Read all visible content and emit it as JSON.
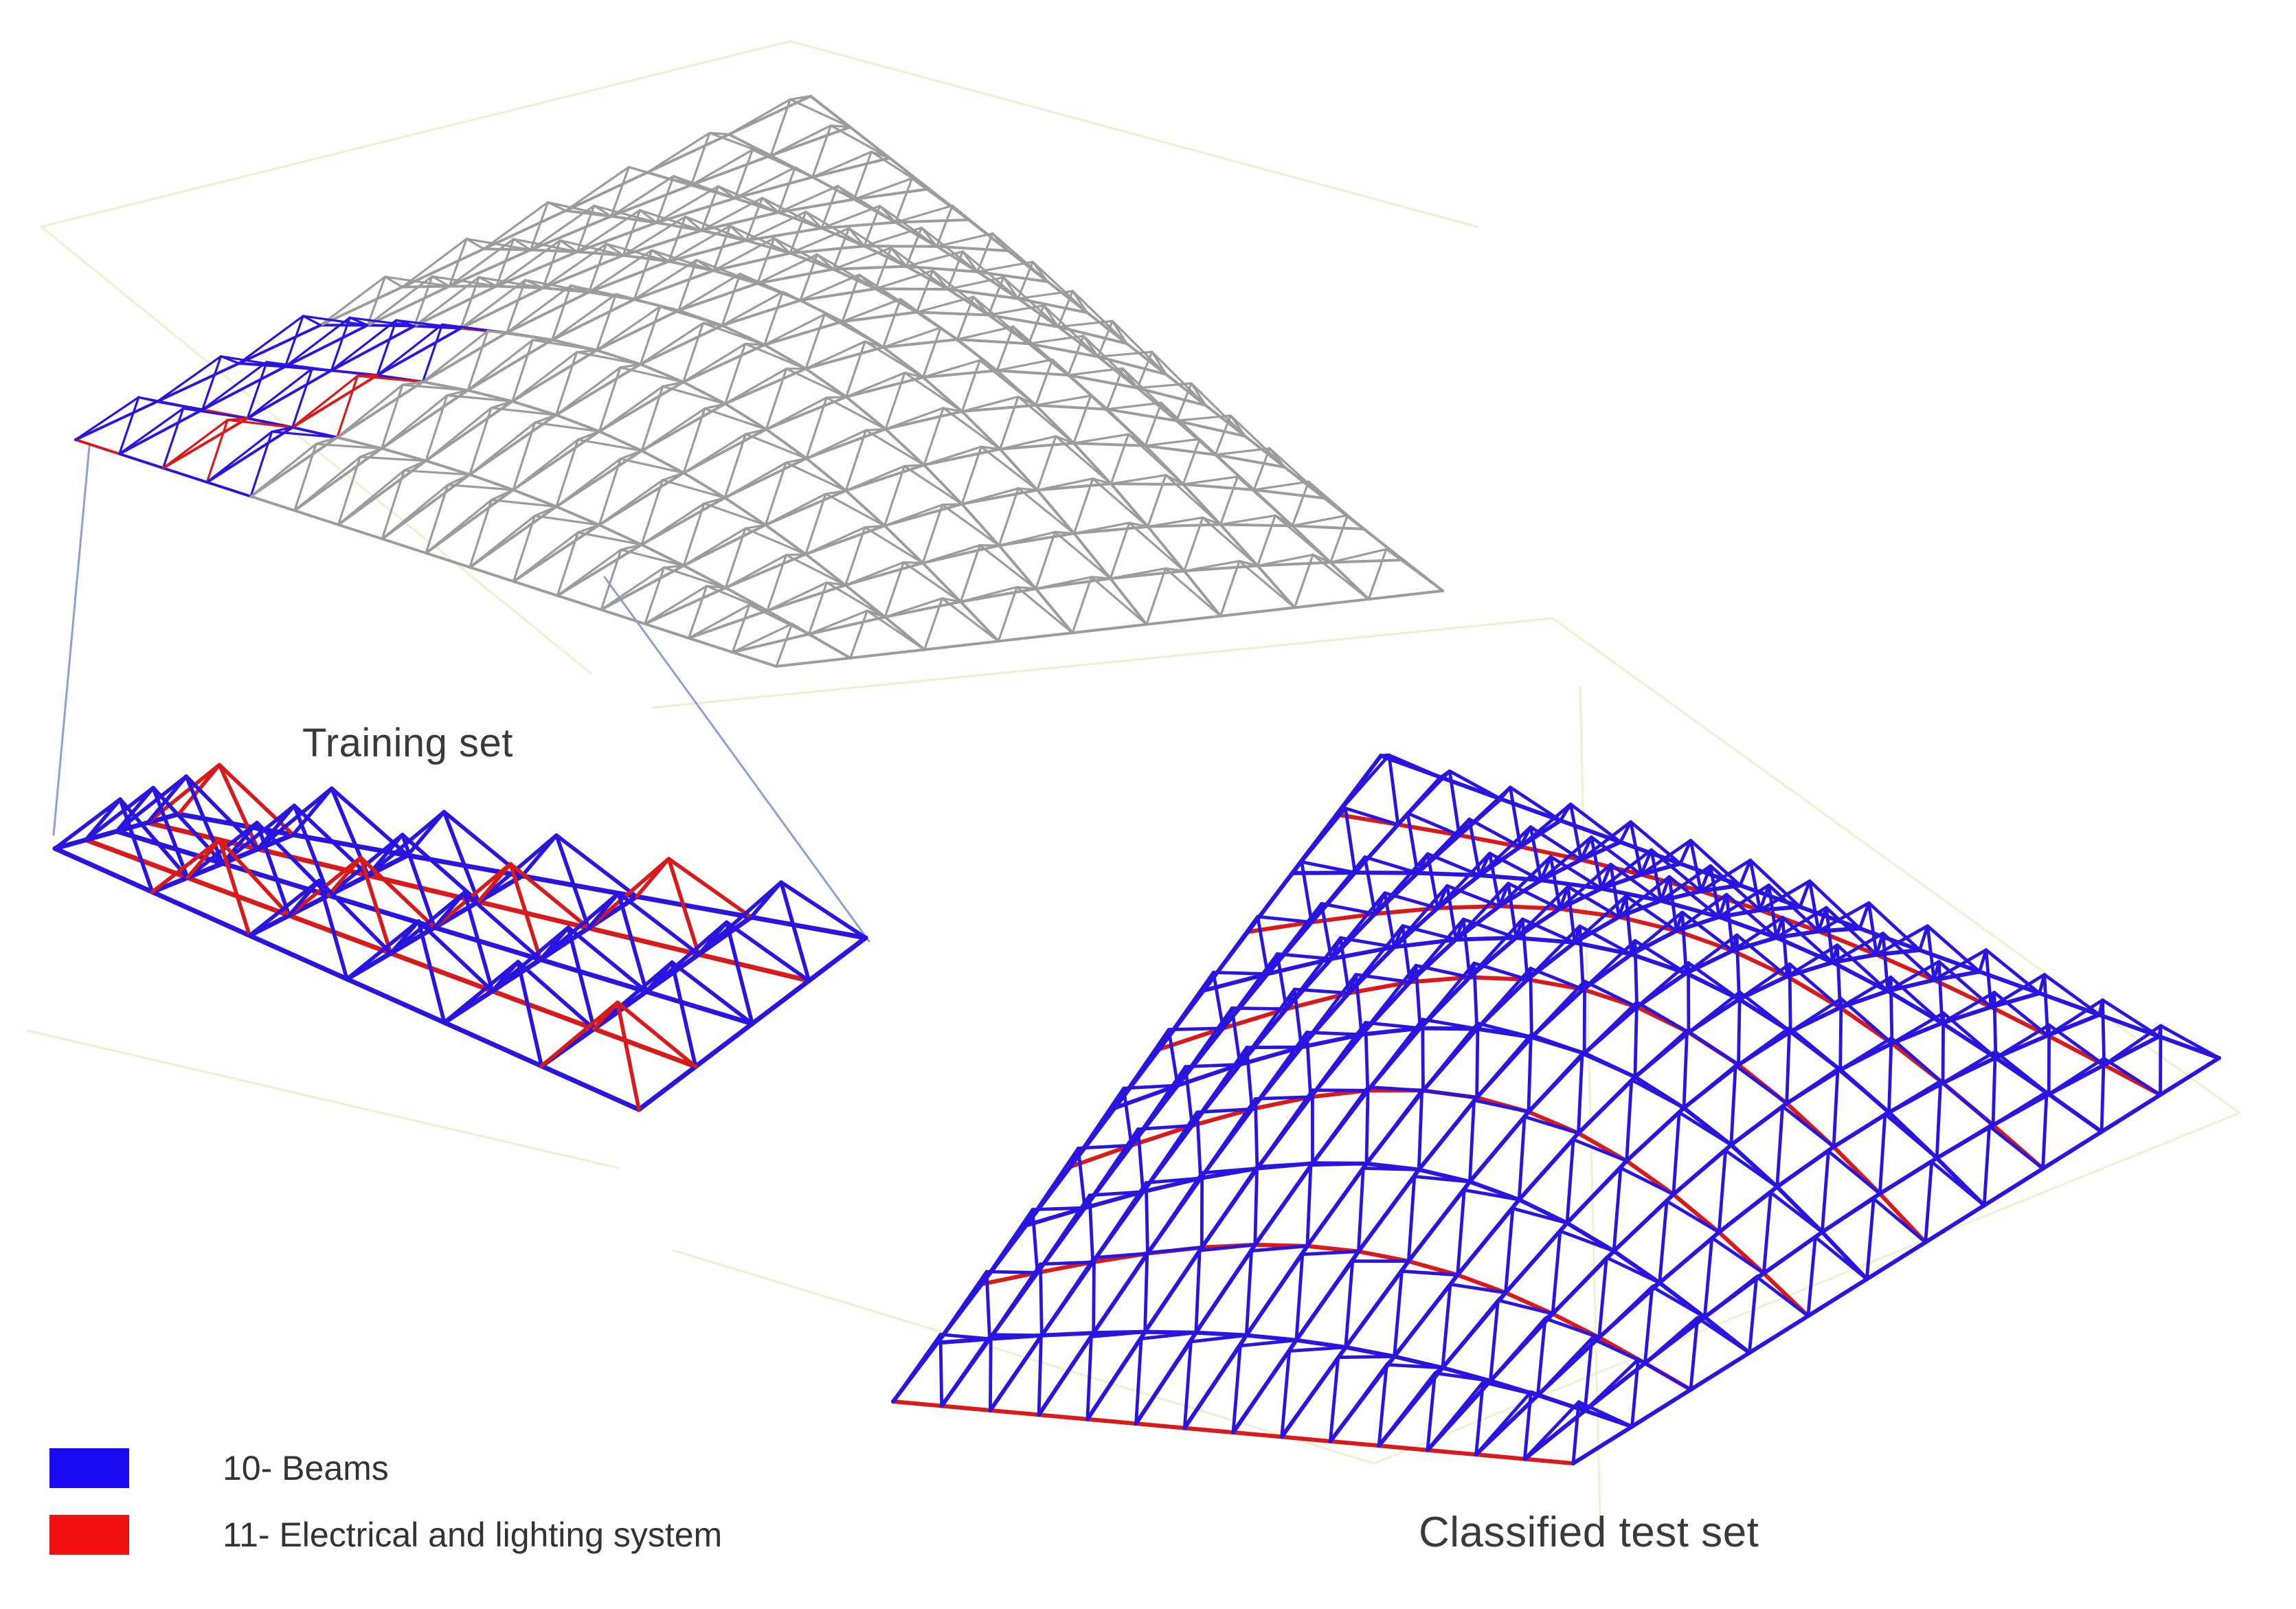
{
  "labels": {
    "training": "Training set",
    "test": "Classified test set"
  },
  "legend": [
    {
      "label": "10- Beams",
      "color": "#1a0af0"
    },
    {
      "label": "11- Electrical and lighting system",
      "color": "#f01010"
    }
  ],
  "colors": {
    "structure_grey": "#9c9c9c",
    "beam_blue": "#2a14e0",
    "electrical_red": "#d81a1a",
    "connector_line": "#8aa0d8",
    "floor_guide": "#f0f0d0"
  }
}
